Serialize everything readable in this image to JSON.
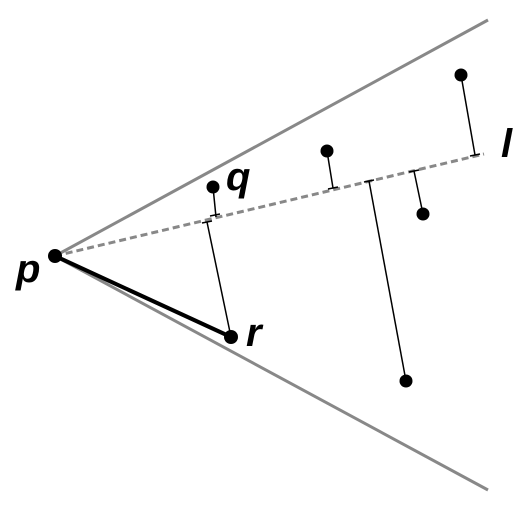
{
  "labels": {
    "p": "p",
    "q": "q",
    "r": "r",
    "l": "l"
  },
  "colors": {
    "boundary": "#888888",
    "dashed": "#888888",
    "point": "#000000",
    "segment": "#000000"
  }
}
